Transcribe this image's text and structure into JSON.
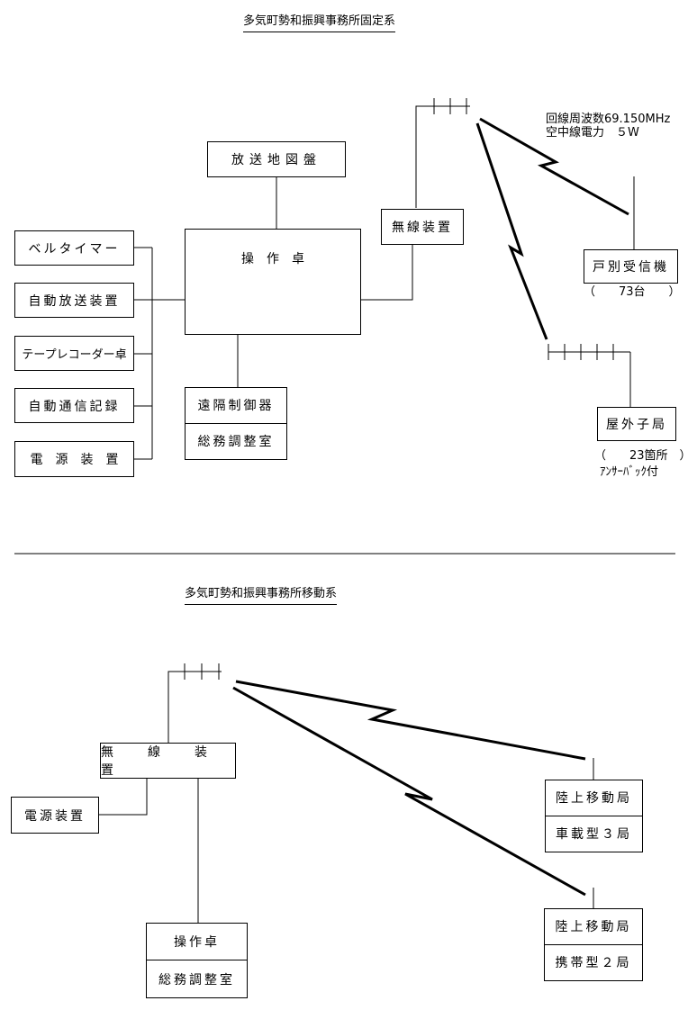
{
  "fixed": {
    "title": "多気町勢和振興事務所固定系",
    "map_board": "放送地図盤",
    "console": "操　作　卓",
    "bell_timer": "ベルタイマー",
    "auto_broadcast": "自動放送装置",
    "tape_recorder": "テープレコーダー卓",
    "auto_comm_log": "自動通信記録",
    "power_unit": "電　源　装　置",
    "remote_ctrl": "遠隔制御器",
    "remote_ctrl_loc": "総務調整室",
    "radio_unit": "無線装置",
    "freq_line1": "回線周波数69.150MHz",
    "freq_line2": "空中線電力　５W",
    "household_receiver": "戸別受信機",
    "household_count": "（　　73台　　）",
    "outdoor_station": "屋外子局",
    "outdoor_count": "（　　23箇所　）",
    "answerback": "ｱﾝｻｰﾊﾞｯｸ付"
  },
  "mobile": {
    "title": "多気町勢和振興事務所移動系",
    "radio_unit": "無　線　装　置",
    "power_unit": "電源装置",
    "console": "操作卓",
    "console_loc": "総務調整室",
    "land_mobile_1": "陸上移動局",
    "land_mobile_1_type": "車載型３局",
    "land_mobile_2": "陸上移動局",
    "land_mobile_2_type": "携帯型２局"
  }
}
